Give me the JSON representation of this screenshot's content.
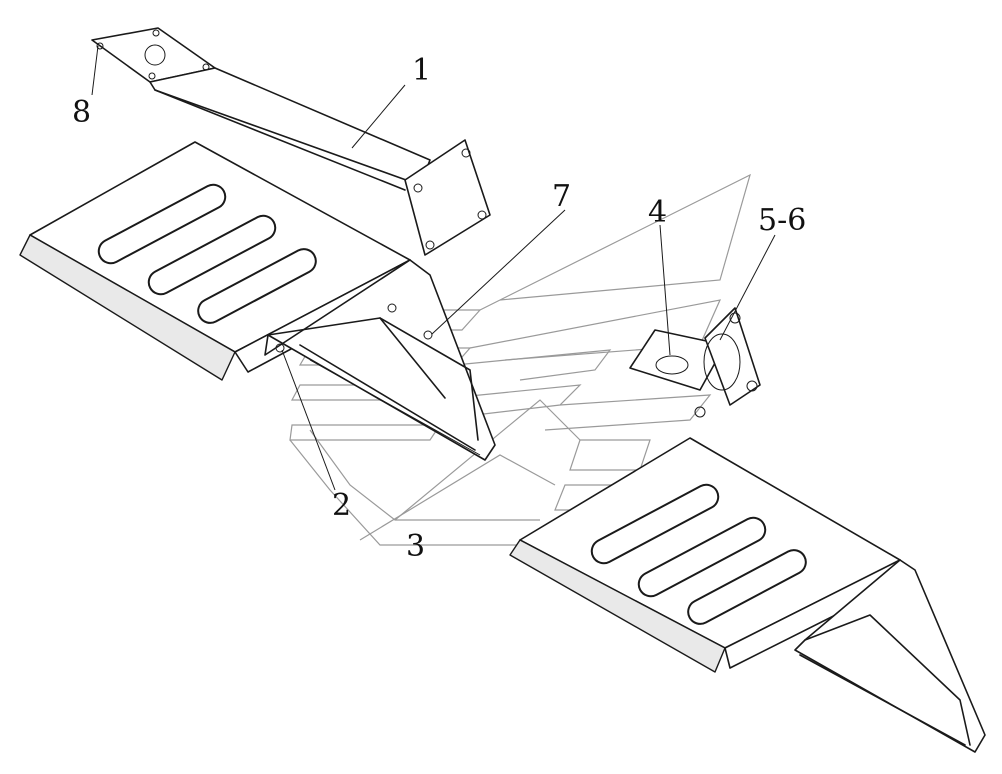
{
  "callouts": [
    {
      "id": "1",
      "text": "1"
    },
    {
      "id": "2",
      "text": "2"
    },
    {
      "id": "3",
      "text": "3"
    },
    {
      "id": "4",
      "text": "4"
    },
    {
      "id": "5-6",
      "text": "5-6"
    },
    {
      "id": "7",
      "text": "7"
    },
    {
      "id": "8",
      "text": "8"
    }
  ],
  "colors": {
    "line": "#1a1a1a",
    "watermark": "#9a9a9a",
    "background": "#ffffff"
  }
}
